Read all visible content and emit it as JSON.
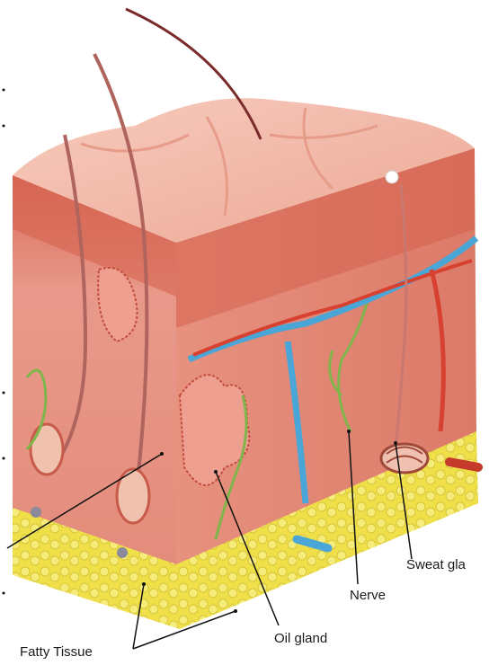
{
  "diagram": {
    "labels": {
      "fatty_tissue": "Fatty Tissue",
      "oil_gland": "Oil gland",
      "nerve": "Nerve",
      "sweat_gland": "Sweat gla"
    },
    "colors": {
      "epidermis": "#f2b7a6",
      "dermis": "#e58a78",
      "fat": "#f0e24a",
      "vein": "#4aa6d6",
      "artery": "#d8402f",
      "nerve": "#7fb54a",
      "hair": "#8a3a3a"
    }
  }
}
